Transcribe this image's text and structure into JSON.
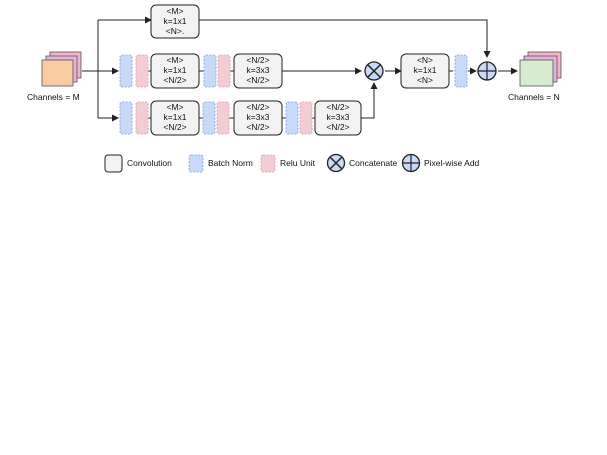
{
  "input": {
    "label": "Channels = M",
    "color": "#f8cba0"
  },
  "output": {
    "label": "Channels = N",
    "color": "#d6ebd0"
  },
  "conv_blocks": [
    {
      "id": "top",
      "lines": [
        "<M>",
        "k=1x1",
        "<N>."
      ]
    },
    {
      "id": "b1a",
      "lines": [
        "<M>",
        "k=1x1",
        "<N/2>"
      ]
    },
    {
      "id": "b1b",
      "lines": [
        "<N/2>",
        "k=3x3",
        "<N/2>"
      ]
    },
    {
      "id": "b2a",
      "lines": [
        "<M>",
        "k=1x1",
        "<N/2>"
      ]
    },
    {
      "id": "b2b",
      "lines": [
        "<N/2>",
        "k=3x3",
        "<N/2>"
      ]
    },
    {
      "id": "b2c",
      "lines": [
        "<N/2>",
        "k=3x3",
        "<N/2>"
      ]
    },
    {
      "id": "post",
      "lines": [
        "<N>",
        "k=1x1",
        "<N>"
      ]
    }
  ],
  "legend": {
    "convolution": "Convolution",
    "batch_norm": "Batch Norm",
    "relu": "Relu Unit",
    "concatenate": "Concatenate",
    "pixel_add": "Pixel-wise Add"
  },
  "colors": {
    "batch_norm_fill": "#c9daf8",
    "batch_norm_stroke": "#6d9eeb",
    "relu_fill": "#f4ccd4",
    "relu_stroke": "#d99aa8",
    "conv_fill": "#f3f3f3",
    "line": "#222222"
  }
}
